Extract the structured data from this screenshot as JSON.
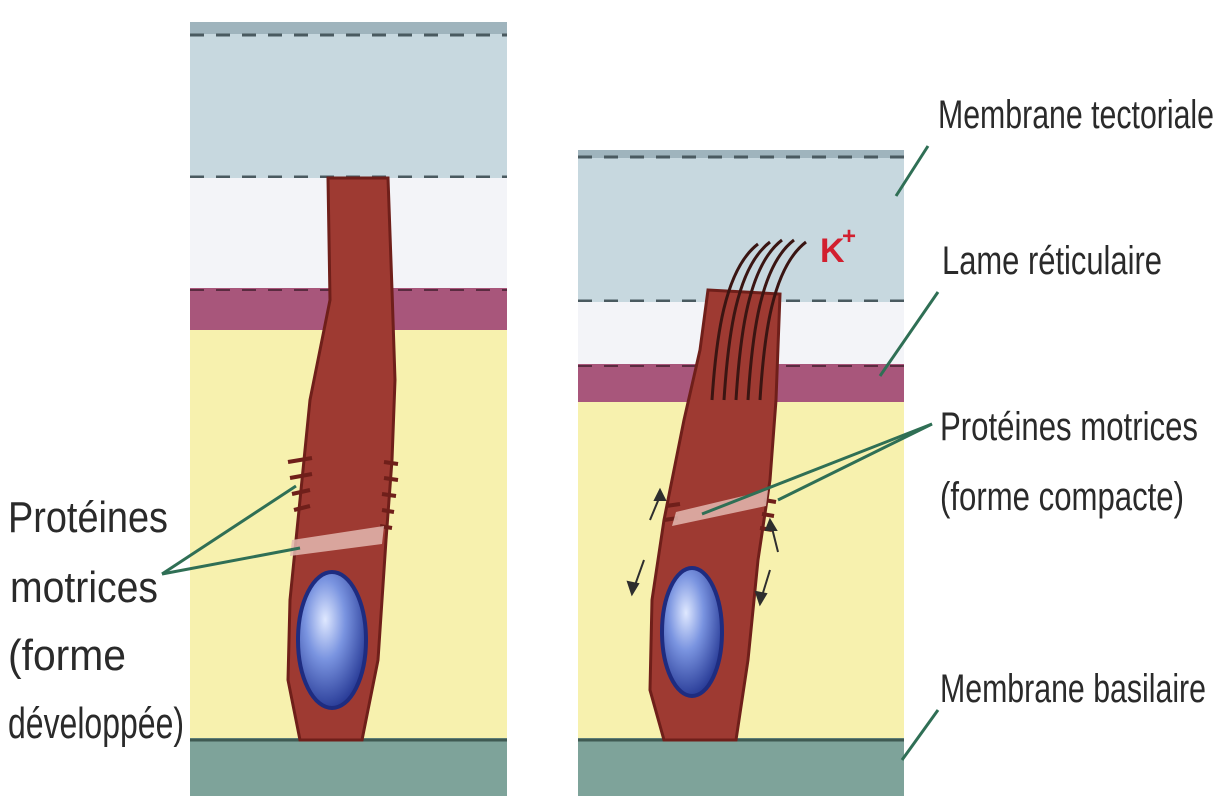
{
  "labels": {
    "left_proteins_line1": "Protéines",
    "left_proteins_line2": "motrices",
    "left_proteins_line3": "(forme",
    "left_proteins_line4": "développée)",
    "tectorial": "Membrane tectoriale",
    "reticular": "Lame réticulaire",
    "right_proteins_line1": "Protéines motrices",
    "right_proteins_line2": "(forme compacte)",
    "basilar": "Membrane basilaire",
    "ion": "K",
    "ion_charge": "+"
  },
  "colors": {
    "tectorial": "#c7d8df",
    "endolymph": "#f3f4f8",
    "reticular": "#a8567b",
    "organ_fluid": "#f7f1ae",
    "basilar": "#7ea39a",
    "cell_body": "#9e3a32",
    "cell_outline": "#6f1f1a",
    "nucleus": "#5a78d0",
    "ion": "#d21f2f"
  },
  "icons": [
    "hair-bundle-icon",
    "motor-arrow-icon"
  ]
}
